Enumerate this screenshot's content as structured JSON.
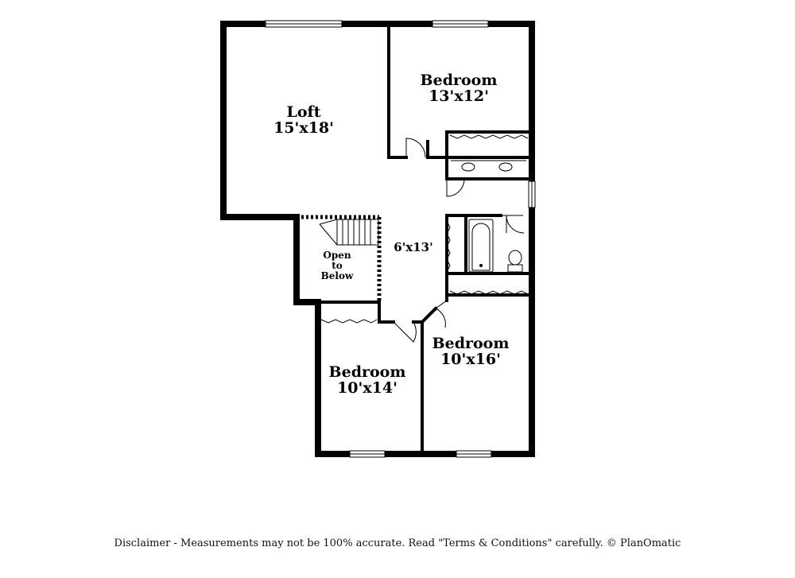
{
  "rooms": {
    "loft": {
      "name": "Loft",
      "size": "15'x18'"
    },
    "bedroom_ne": {
      "name": "Bedroom",
      "size": "13'x12'"
    },
    "hall": {
      "size": "6'x13'"
    },
    "open_below": {
      "line1": "Open",
      "line2": "to",
      "line3": "Below"
    },
    "bedroom_se": {
      "name": "Bedroom",
      "size": "10'x16'"
    },
    "bedroom_sw": {
      "name": "Bedroom",
      "size": "10'x14'"
    }
  },
  "disclaimer": "Disclaimer - Measurements may not be 100% accurate. Read \"Terms & Conditions\" carefully. © PlanOmatic"
}
